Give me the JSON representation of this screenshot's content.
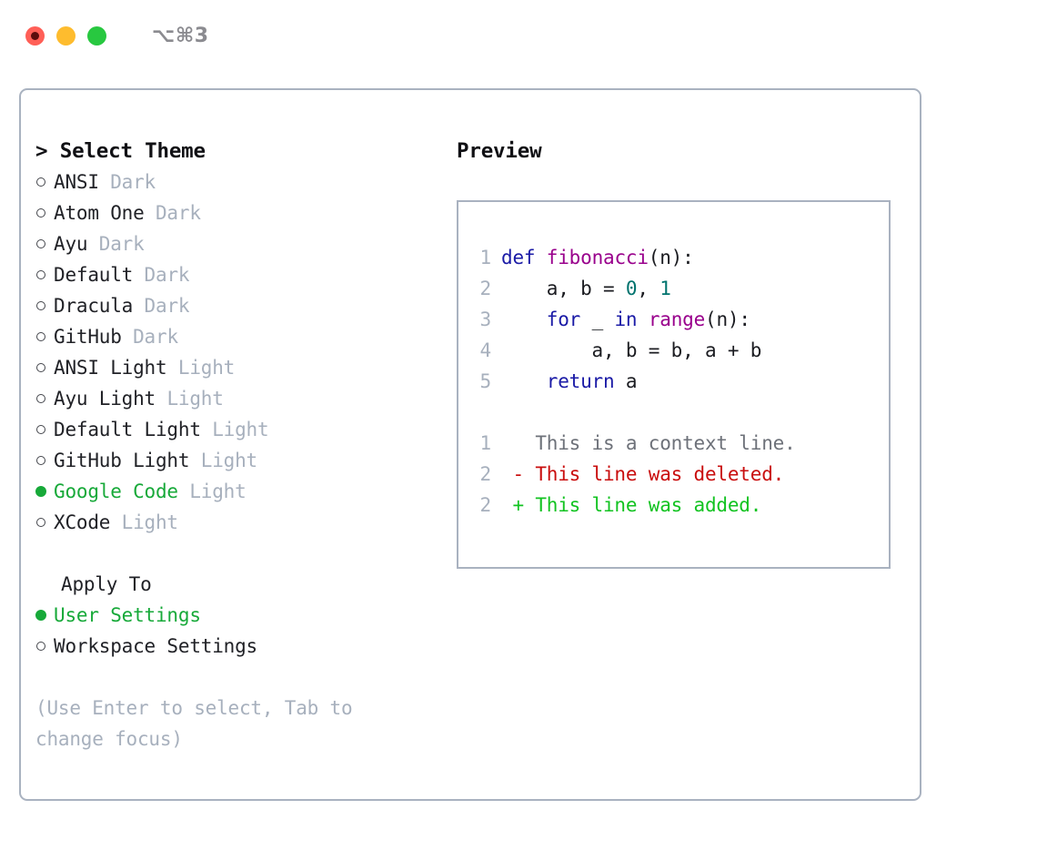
{
  "window": {
    "title": "⌥⌘3",
    "traffic_lights": [
      {
        "name": "close",
        "color": "#ff5f57"
      },
      {
        "name": "minimize",
        "color": "#febc2e"
      },
      {
        "name": "maximize",
        "color": "#28c840"
      }
    ]
  },
  "theme_picker": {
    "header_marker": ">",
    "header": "Select Theme",
    "selected_theme": "Google Code",
    "accent_color": "#17a939",
    "muted_color": "#a7b0bd",
    "items": [
      {
        "name": "ANSI",
        "tag": "Dark",
        "selected": false
      },
      {
        "name": "Atom One",
        "tag": "Dark",
        "selected": false
      },
      {
        "name": "Ayu",
        "tag": "Dark",
        "selected": false
      },
      {
        "name": "Default",
        "tag": "Dark",
        "selected": false
      },
      {
        "name": "Dracula",
        "tag": "Dark",
        "selected": false
      },
      {
        "name": "GitHub",
        "tag": "Dark",
        "selected": false
      },
      {
        "name": "ANSI Light",
        "tag": "Light",
        "selected": false
      },
      {
        "name": "Ayu Light",
        "tag": "Light",
        "selected": false
      },
      {
        "name": "Default Light",
        "tag": "Light",
        "selected": false
      },
      {
        "name": "GitHub Light",
        "tag": "Light",
        "selected": false
      },
      {
        "name": "Google Code",
        "tag": "Light",
        "selected": true
      },
      {
        "name": "XCode",
        "tag": "Light",
        "selected": false
      }
    ]
  },
  "apply_to": {
    "header": "Apply To",
    "selected": "User Settings",
    "options": [
      {
        "name": "User Settings",
        "selected": true
      },
      {
        "name": "Workspace Settings",
        "selected": false
      }
    ]
  },
  "hint": "(Use Enter to select, Tab to change focus)",
  "preview": {
    "title": "Preview",
    "code_lines": [
      {
        "num": "1",
        "tokens": [
          {
            "t": "def",
            "c": "kw"
          },
          {
            "t": " ",
            "c": "pl"
          },
          {
            "t": "fibonacci",
            "c": "fn"
          },
          {
            "t": "(n):",
            "c": "pl"
          }
        ]
      },
      {
        "num": "2",
        "tokens": [
          {
            "t": "    a, b = ",
            "c": "pl"
          },
          {
            "t": "0",
            "c": "num"
          },
          {
            "t": ", ",
            "c": "pl"
          },
          {
            "t": "1",
            "c": "num"
          }
        ]
      },
      {
        "num": "3",
        "tokens": [
          {
            "t": "    ",
            "c": "pl"
          },
          {
            "t": "for",
            "c": "kw"
          },
          {
            "t": " _ ",
            "c": "pl"
          },
          {
            "t": "in",
            "c": "kw"
          },
          {
            "t": " ",
            "c": "pl"
          },
          {
            "t": "range",
            "c": "fn"
          },
          {
            "t": "(n):",
            "c": "pl"
          }
        ]
      },
      {
        "num": "4",
        "tokens": [
          {
            "t": "        a, b = b, a + b",
            "c": "pl"
          }
        ]
      },
      {
        "num": "5",
        "tokens": [
          {
            "t": "    ",
            "c": "pl"
          },
          {
            "t": "return",
            "c": "kw"
          },
          {
            "t": " a",
            "c": "pl"
          }
        ]
      }
    ],
    "diff_lines": [
      {
        "num": "1",
        "marker": " ",
        "text": " This is a context line.",
        "kind": "ctx"
      },
      {
        "num": "2",
        "marker": "-",
        "text": " This line was deleted.",
        "kind": "del"
      },
      {
        "num": "2",
        "marker": "+",
        "text": " This line was added.",
        "kind": "add"
      }
    ]
  }
}
